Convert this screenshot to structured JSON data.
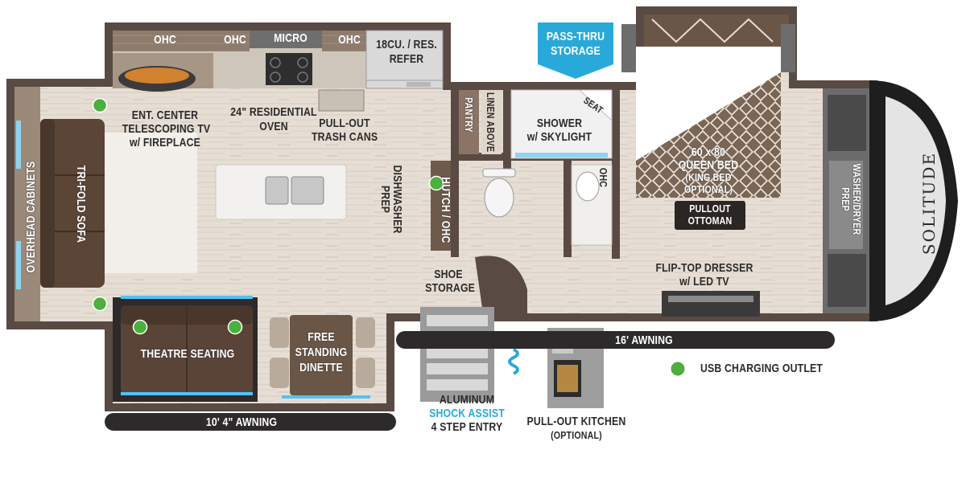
{
  "labels": {
    "ohc_left": "OHC",
    "ohc_mid1": "OHC",
    "micro": "MICRO",
    "ohc_mid2": "OHC",
    "refer_1": "18CU. / RES.",
    "refer_2": "REFER",
    "pass_thru_1": "PASS-THRU",
    "pass_thru_2": "STORAGE",
    "ent_center_1": "ENT. CENTER",
    "ent_center_2": "TELESCOPING TV",
    "ent_center_3": "w/ FIREPLACE",
    "oven_1": "24\" RESIDENTIAL",
    "oven_2": "OVEN",
    "trash_1": "PULL-OUT",
    "trash_2": "TRASH CANS",
    "pantry": "PANTRY",
    "linen_above": "LINEN ABOVE",
    "shower_1": "SHOWER",
    "shower_2": "w/ SKYLIGHT",
    "seat": "SEAT",
    "dishwasher_1": "DISHWASHER",
    "dishwasher_2": "PREP",
    "hutch": "HUTCH / OHC",
    "ohc_bath": "OHC",
    "overhead_cabinets": "OVERHEAD CABINETS",
    "tri_fold_sofa": "TRI-FOLD SOFA",
    "bed_1": "60 x 80",
    "bed_2": "QUEEN BED",
    "bed_3": "(KING BED",
    "bed_4": "OPTIONAL)",
    "ottoman_1": "PULLOUT",
    "ottoman_2": "OTTOMAN",
    "washer_1": "WASHER/DRYER",
    "washer_2": "PREP",
    "brand": "SOLITUDE",
    "shoe_1": "SHOE",
    "shoe_2": "STORAGE",
    "dresser_1": "FLIP-TOP DRESSER",
    "dresser_2": "w/ LED TV",
    "theatre": "THEATRE SEATING",
    "dinette_1": "FREE",
    "dinette_2": "STANDING",
    "dinette_3": "DINETTE",
    "awning_16": "16' AWNING",
    "awning_10": "10' 4\"  AWNING",
    "usb_legend": "USB CHARGING OUTLET",
    "entry_1": "ALUMINUM",
    "entry_2": "SHOCK ASSIST",
    "entry_3": "4 STEP ENTRY",
    "kitchen_1": "PULL-OUT KITCHEN",
    "kitchen_2": "(OPTIONAL)"
  },
  "colors": {
    "usb_dot": "#4caf3e",
    "accent_blue": "#29a9d9",
    "wall": "#5a4a44",
    "floor": "#e2d9ce",
    "awning": "#2d2a2c"
  }
}
